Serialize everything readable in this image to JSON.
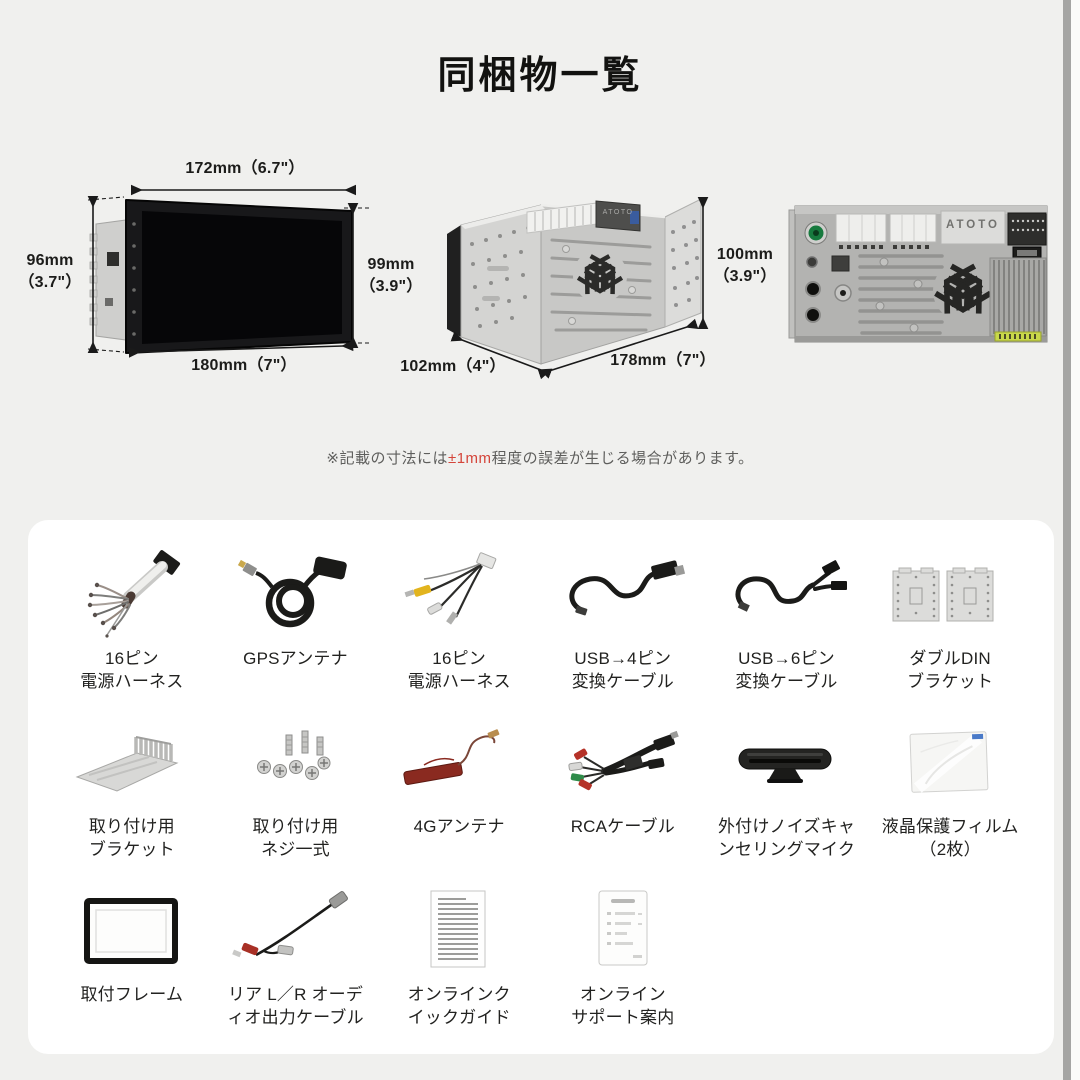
{
  "title": "同梱物一覧",
  "note": {
    "prefix": "※記載の寸法には",
    "highlight": "±1mm",
    "suffix": "程度の誤差が生じる場合があります。"
  },
  "devices": {
    "front_unit": {
      "dim_top": "172mm（6.7\"）",
      "dim_left": "96mm\n（3.7\"）",
      "dim_right": "99mm\n（3.9\"）",
      "dim_bottom": "180mm（7\"）"
    },
    "mounting_cage": {
      "brand": "ATOTO",
      "dim_right": "100mm\n（3.9\"）",
      "dim_depth": "102mm（4\"）",
      "dim_width": "178mm（7\"）"
    },
    "rear_unit": {
      "brand": "ATOTO"
    }
  },
  "colors": {
    "background": "#f0f0ee",
    "card": "#ffffff",
    "note_accent": "#d4453a",
    "scrollbar": "#a5a5a3"
  },
  "items": [
    {
      "icon": "power-harness-icon",
      "label": "16ピン\n電源ハーネス"
    },
    {
      "icon": "gps-antenna-icon",
      "label": "GPSアンテナ"
    },
    {
      "icon": "power-harness-icon",
      "label": "16ピン\n電源ハーネス"
    },
    {
      "icon": "usb-4pin-cable-icon",
      "label": "USB→4ピン\n変換ケーブル"
    },
    {
      "icon": "usb-6pin-cable-icon",
      "label": "USB→6ピン\n変換ケーブル"
    },
    {
      "icon": "double-din-bracket-icon",
      "label": "ダブルDIN\nブラケット"
    },
    {
      "icon": "mounting-bracket-icon",
      "label": "取り付け用\nブラケット"
    },
    {
      "icon": "screws-set-icon",
      "label": "取り付け用\nネジ一式"
    },
    {
      "icon": "4g-antenna-icon",
      "label": "4Gアンテナ"
    },
    {
      "icon": "rca-cable-icon",
      "label": "RCAケーブル"
    },
    {
      "icon": "noise-cancelling-mic-icon",
      "label": "外付けノイズキャ\nンセリングマイク"
    },
    {
      "icon": "screen-protector-film-icon",
      "label": "液晶保護フィルム\n（2枚）"
    },
    {
      "icon": "mounting-frame-icon",
      "label": "取付フレーム"
    },
    {
      "icon": "rear-audio-cable-icon",
      "label": "リア L／R オーデ\nィオ出力ケーブル"
    },
    {
      "icon": "quick-guide-icon",
      "label": "オンラインク\nイックガイド"
    },
    {
      "icon": "support-guide-icon",
      "label": "オンライン\nサポート案内"
    }
  ]
}
